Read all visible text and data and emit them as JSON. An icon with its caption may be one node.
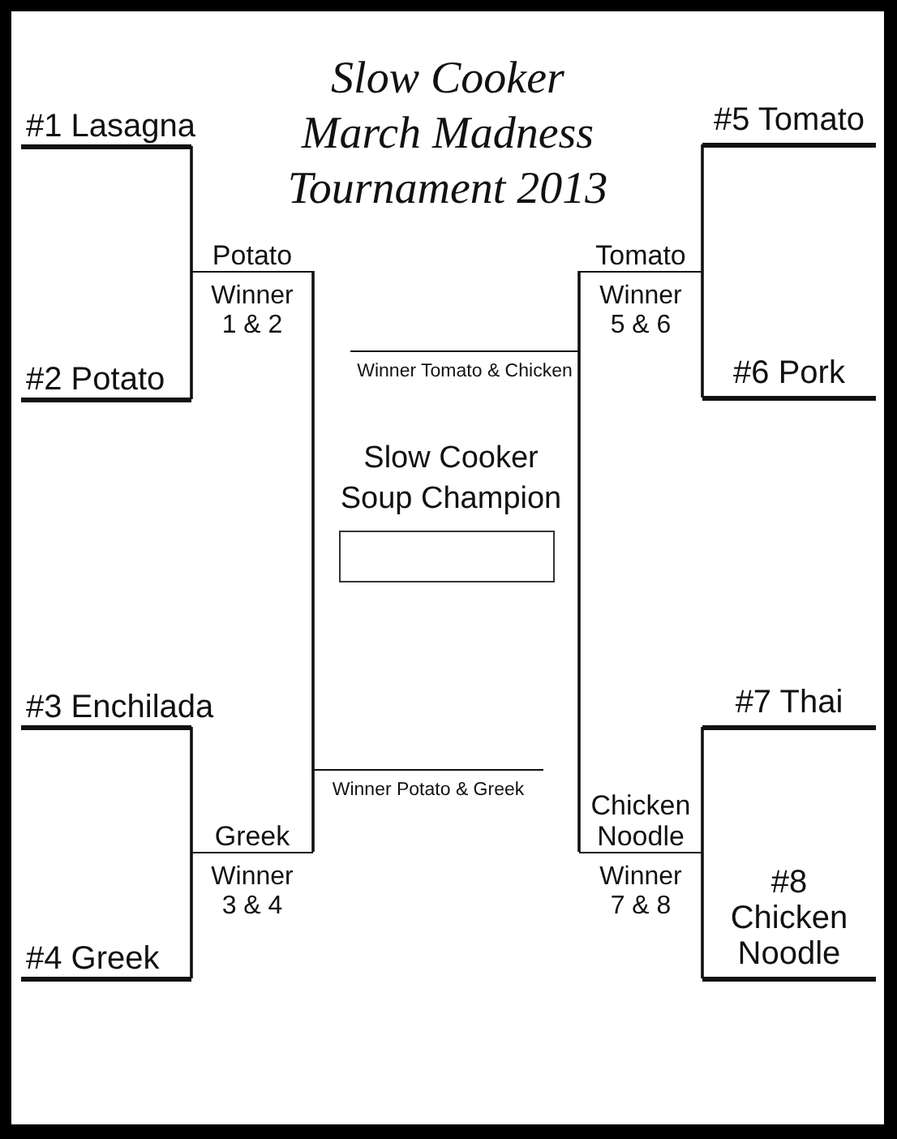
{
  "diagram": {
    "title": "Slow Cooker March Madness Tournament 2013",
    "nodes": [
      {
        "text": [
          "#1 Lasagna"
        ]
      },
      {
        "text": [
          "#2 Potato"
        ]
      },
      {
        "text": [
          "Potato"
        ],
        "beside": [
          "Winner 1 & 2"
        ]
      },
      {
        "text": [
          "#3 Enchilada"
        ]
      },
      {
        "text": [
          "#4 Greek"
        ]
      },
      {
        "text": [
          "Greek"
        ],
        "beside": [
          "Winner 3 & 4"
        ]
      },
      {
        "text": [
          "#5 Tomato"
        ]
      },
      {
        "text": [
          "#6 Pork"
        ]
      },
      {
        "text": [
          "Tomato"
        ],
        "beside": [
          "Winner 5 & 6"
        ]
      },
      {
        "text": [
          "#7 Thai"
        ]
      },
      {
        "text": [
          "#8 Chicken Noodle"
        ]
      },
      {
        "text": [
          "Chicken Noodle"
        ],
        "beside": [
          "Winner 7 & 8"
        ]
      },
      {
        "text": [
          "Winner Tomato & Chicken"
        ]
      },
      {
        "text": [
          "Winner Potato & Greek"
        ]
      },
      {
        "text": [
          "Slow Cooker Soup Champion"
        ]
      }
    ],
    "edges": [
      {
        "from": 0,
        "to": 2,
        "arrow": "none"
      },
      {
        "from": 1,
        "to": 2,
        "arrow": "none"
      },
      {
        "from": 3,
        "to": 5,
        "arrow": "none"
      },
      {
        "from": 4,
        "to": 5,
        "arrow": "none"
      },
      {
        "from": 6,
        "to": 8,
        "arrow": "none"
      },
      {
        "from": 7,
        "to": 8,
        "arrow": "none"
      },
      {
        "from": 9,
        "to": 11,
        "arrow": "none"
      },
      {
        "from": 10,
        "to": 11,
        "arrow": "none"
      },
      {
        "from": 2,
        "to": 13,
        "arrow": "none"
      },
      {
        "from": 5,
        "to": 13,
        "arrow": "none"
      },
      {
        "from": 8,
        "to": 12,
        "arrow": "none"
      },
      {
        "from": 11,
        "to": 12,
        "arrow": "none"
      }
    ]
  }
}
